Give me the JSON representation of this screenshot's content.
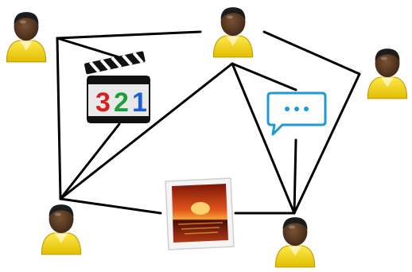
{
  "diagram": {
    "nodes": [
      {
        "id": "user-top-left",
        "kind": "user"
      },
      {
        "id": "user-top-center",
        "kind": "user"
      },
      {
        "id": "user-right",
        "kind": "user"
      },
      {
        "id": "user-bottom-left",
        "kind": "user"
      },
      {
        "id": "user-bottom-right",
        "kind": "user"
      },
      {
        "id": "media-player",
        "kind": "app",
        "icon": "clapperboard-icon",
        "label": "321"
      },
      {
        "id": "chat",
        "kind": "app",
        "icon": "chat-bubble-icon",
        "label": "···"
      },
      {
        "id": "photo",
        "kind": "app",
        "icon": "sunset-photo-icon"
      }
    ],
    "edges": [
      [
        "user-top-left",
        "user-top-center"
      ],
      [
        "user-top-left",
        "media-player"
      ],
      [
        "user-top-left",
        "user-bottom-left"
      ],
      [
        "user-top-center",
        "user-right"
      ],
      [
        "user-top-center",
        "user-bottom-left"
      ],
      [
        "user-top-center",
        "chat"
      ],
      [
        "user-top-center",
        "user-bottom-right"
      ],
      [
        "user-right",
        "user-bottom-right"
      ],
      [
        "chat",
        "user-bottom-right"
      ],
      [
        "media-player",
        "user-bottom-left"
      ],
      [
        "user-bottom-left",
        "photo"
      ],
      [
        "photo",
        "user-bottom-right"
      ]
    ],
    "colors": {
      "line": "#000000",
      "shirt": "#f2d100",
      "shirt_shadow": "#c9a800",
      "skin": "#5a3a22",
      "hair": "#1c1c1c",
      "chat_blue": "#1e9ad6",
      "clap_red": "#d81e1e",
      "clap_green": "#1e9e3a",
      "clap_blue": "#1e5fd8"
    }
  }
}
